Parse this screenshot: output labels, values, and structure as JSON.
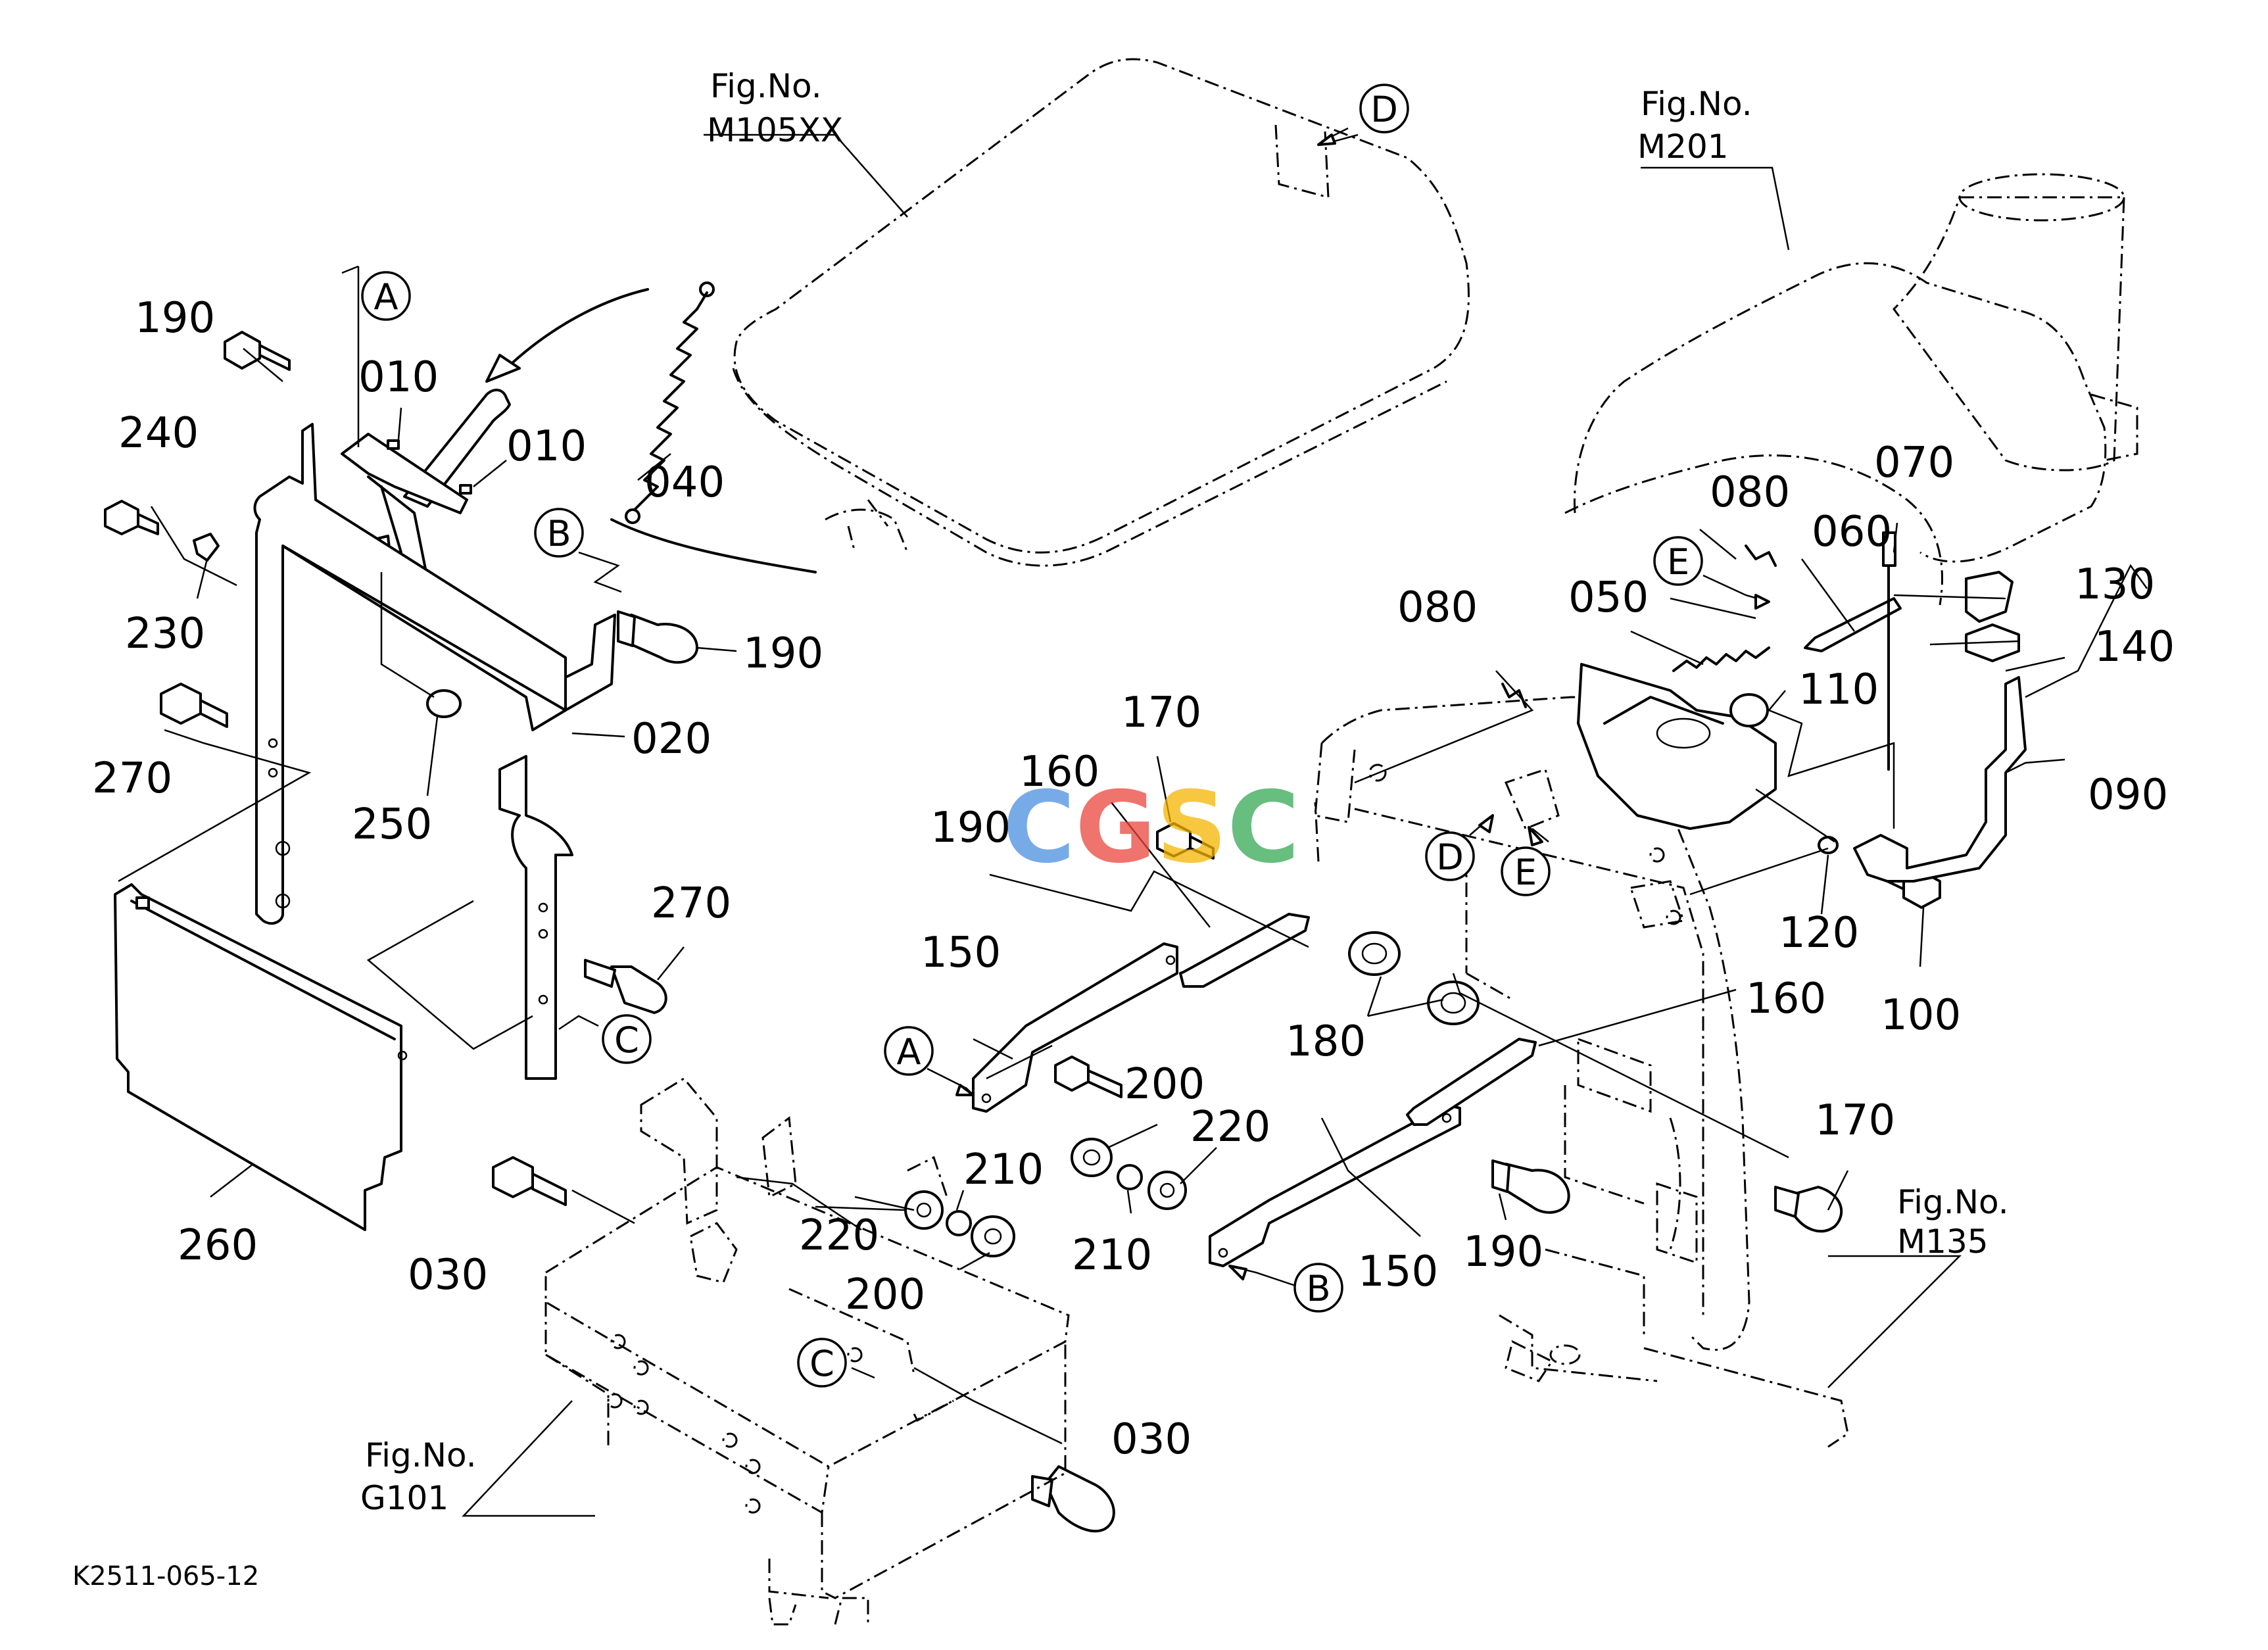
{
  "document_id": "K2511-065-12",
  "figure_refs": [
    {
      "id": "m105xx",
      "line1": "Fig.No.",
      "line2": "M105XX"
    },
    {
      "id": "m201",
      "line1": "Fig.No.",
      "line2": "M201"
    },
    {
      "id": "m135",
      "line1": "Fig.No.",
      "line2": "M135"
    },
    {
      "id": "g101",
      "line1": "Fig.No.",
      "line2": "G101"
    }
  ],
  "part_labels": [
    {
      "id": "p190a",
      "text": "190"
    },
    {
      "id": "p010a",
      "text": "010"
    },
    {
      "id": "p010b",
      "text": "010"
    },
    {
      "id": "p040",
      "text": "040"
    },
    {
      "id": "p240",
      "text": "240"
    },
    {
      "id": "p230",
      "text": "230"
    },
    {
      "id": "p190b",
      "text": "190"
    },
    {
      "id": "p020",
      "text": "020"
    },
    {
      "id": "p270a",
      "text": "270"
    },
    {
      "id": "p250",
      "text": "250"
    },
    {
      "id": "p270b",
      "text": "270"
    },
    {
      "id": "p260",
      "text": "260"
    },
    {
      "id": "p030a",
      "text": "030"
    },
    {
      "id": "p030b",
      "text": "030"
    },
    {
      "id": "p170a",
      "text": "170"
    },
    {
      "id": "p160a",
      "text": "160"
    },
    {
      "id": "p190c",
      "text": "190"
    },
    {
      "id": "p150a",
      "text": "150"
    },
    {
      "id": "p180",
      "text": "180"
    },
    {
      "id": "p200a",
      "text": "200"
    },
    {
      "id": "p220a",
      "text": "220"
    },
    {
      "id": "p210a",
      "text": "210"
    },
    {
      "id": "p220b",
      "text": "220"
    },
    {
      "id": "p210b",
      "text": "210"
    },
    {
      "id": "p200b",
      "text": "200"
    },
    {
      "id": "p160b",
      "text": "160"
    },
    {
      "id": "p150b",
      "text": "150"
    },
    {
      "id": "p190d",
      "text": "190"
    },
    {
      "id": "p170b",
      "text": "170"
    },
    {
      "id": "p080a",
      "text": "080"
    },
    {
      "id": "p080b",
      "text": "080"
    },
    {
      "id": "p070",
      "text": "070"
    },
    {
      "id": "p060",
      "text": "060"
    },
    {
      "id": "p050",
      "text": "050"
    },
    {
      "id": "p130",
      "text": "130"
    },
    {
      "id": "p140",
      "text": "140"
    },
    {
      "id": "p110",
      "text": "110"
    },
    {
      "id": "p090",
      "text": "090"
    },
    {
      "id": "p120",
      "text": "120"
    },
    {
      "id": "p100",
      "text": "100"
    }
  ],
  "callouts": [
    {
      "id": "ca1",
      "letter": "A"
    },
    {
      "id": "cb1",
      "letter": "B"
    },
    {
      "id": "cc1",
      "letter": "C"
    },
    {
      "id": "cd1",
      "letter": "D"
    },
    {
      "id": "ca2",
      "letter": "A"
    },
    {
      "id": "cb2",
      "letter": "B"
    },
    {
      "id": "cc2",
      "letter": "C"
    },
    {
      "id": "cd2",
      "letter": "D"
    },
    {
      "id": "ce1",
      "letter": "E"
    },
    {
      "id": "ce2",
      "letter": "E"
    }
  ],
  "watermark": {
    "text": "CGSC",
    "colors": [
      "#4a8fe0",
      "#e8453c",
      "#f4b400",
      "#34a853"
    ]
  }
}
